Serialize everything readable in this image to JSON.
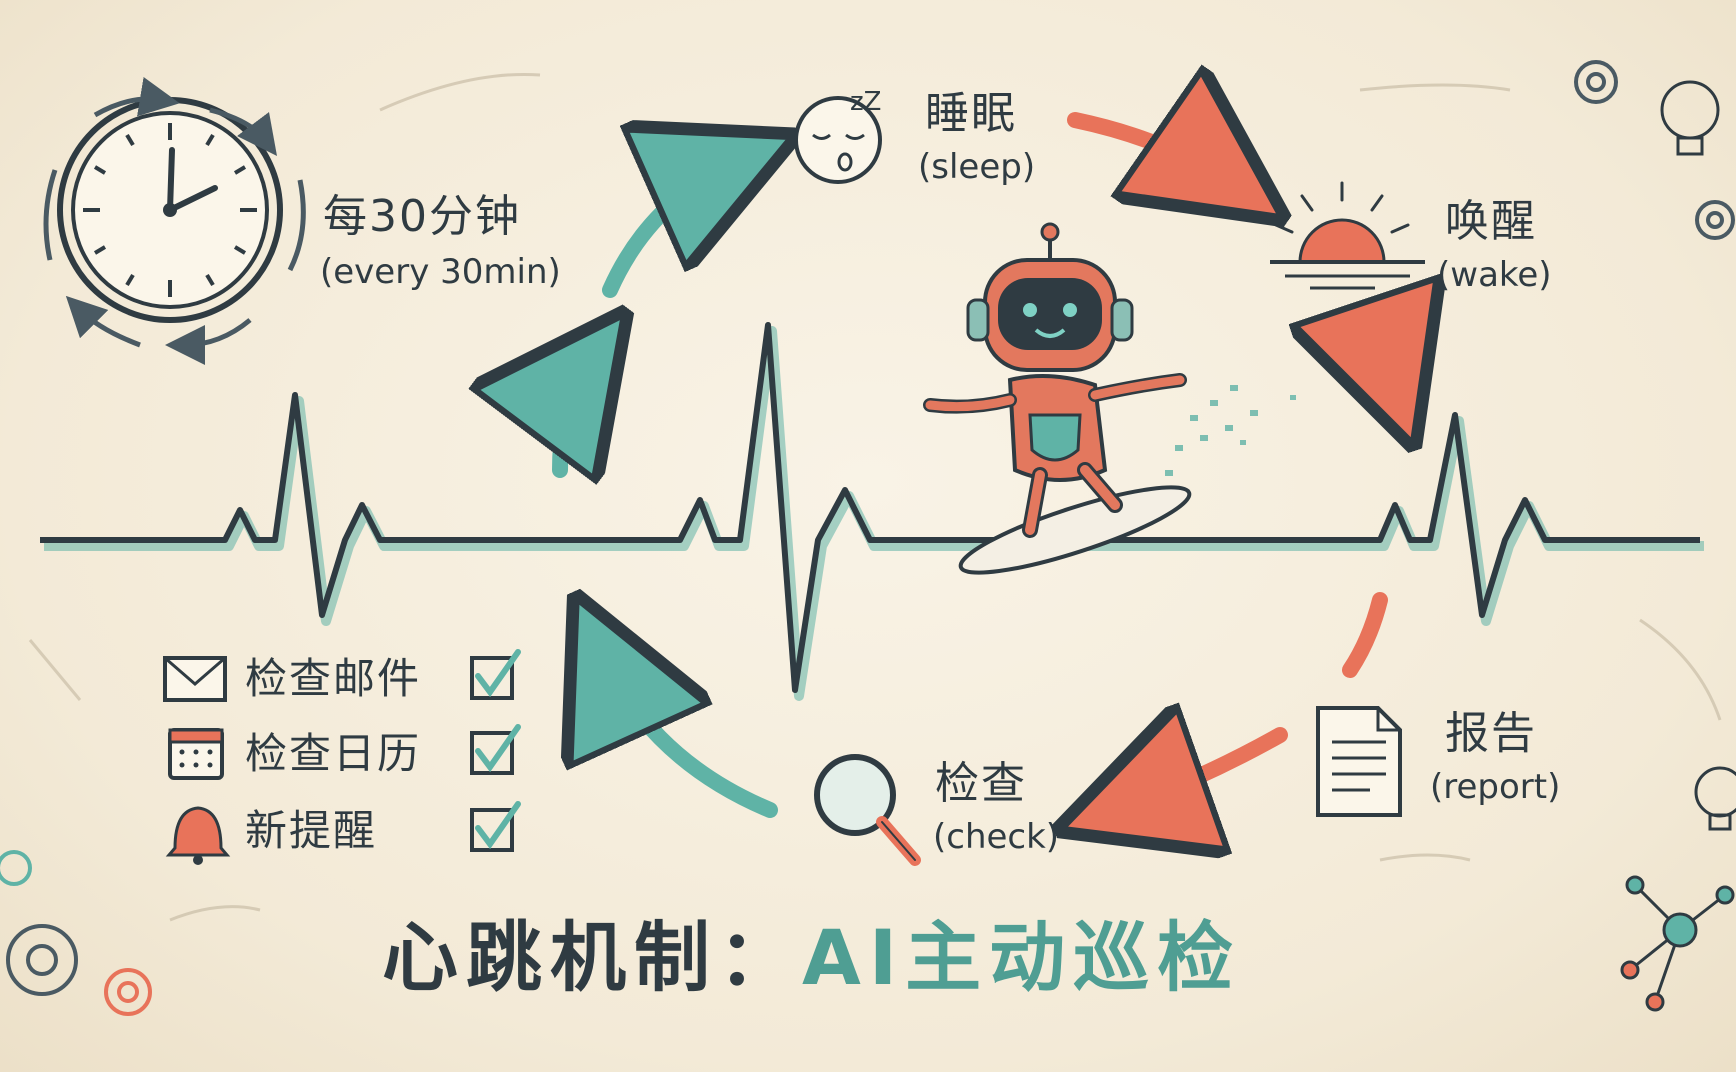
{
  "steps": {
    "interval": {
      "zh": "每30分钟",
      "en": "(every 30min)"
    },
    "sleep": {
      "zh": "睡眠",
      "en": "(sleep)",
      "zz": "zZ"
    },
    "wake": {
      "zh": "唤醒",
      "en": "(wake)"
    },
    "report": {
      "zh": "报告",
      "en": "(report)"
    },
    "check": {
      "zh": "检查",
      "en": "(check)"
    }
  },
  "tasks": [
    {
      "label": "检查邮件",
      "icon": "envelope-icon",
      "status": "checked"
    },
    {
      "label": "检查日历",
      "icon": "calendar-icon",
      "status": "checked"
    },
    {
      "label": "新提醒",
      "icon": "bell-icon",
      "status": "checked"
    }
  ],
  "title": {
    "main": "心跳机制：",
    "accent": "AI主动巡检"
  },
  "colors": {
    "background": "#f5eddc",
    "ink": "#2f3b42",
    "teal": "#5fb3a6",
    "coral": "#e8735a",
    "robot": "#e3785e"
  }
}
